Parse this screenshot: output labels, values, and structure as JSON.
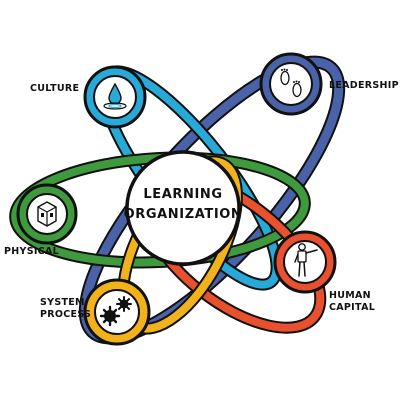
{
  "center": {
    "line1": "LEARNING",
    "line2": "ORGANIZATION"
  },
  "nodes": {
    "culture": {
      "label": "CULTURE",
      "icon": "water-drop-icon",
      "color": "#29a9d8"
    },
    "leadership": {
      "label": "LEADERSHIP",
      "icon": "footprints-icon",
      "color": "#4a63a8"
    },
    "physical": {
      "label": "PHYSICAL",
      "icon": "building-cube-icon",
      "color": "#3f9a3d"
    },
    "system_process": {
      "label_line1": "SYSTEM/",
      "label_line2": "PROCESS",
      "icon": "gears-icon",
      "color": "#f2b21b"
    },
    "human_capital": {
      "label_line1": "HUMAN",
      "label_line2": "CAPITAL",
      "icon": "person-pointing-icon",
      "color": "#e8502e"
    }
  }
}
